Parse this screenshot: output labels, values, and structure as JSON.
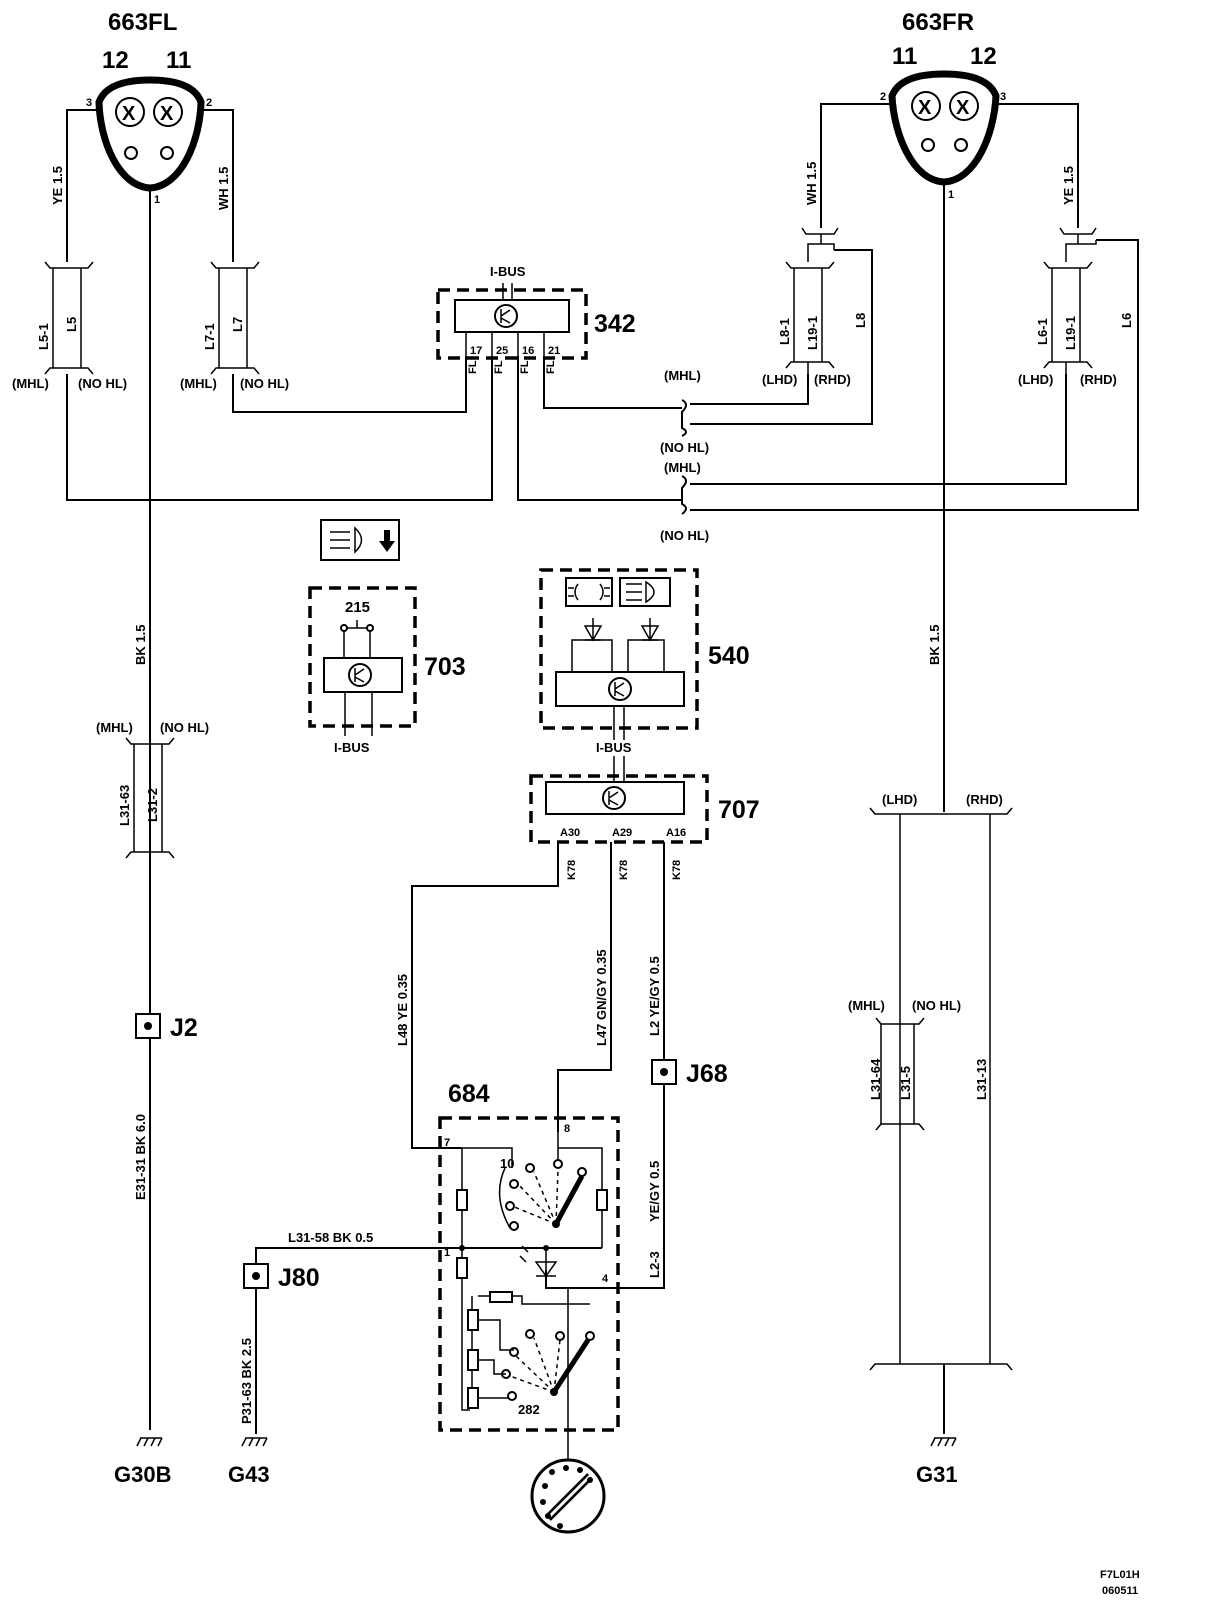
{
  "headlamp_left": {
    "ref": "663FL",
    "pin_a": "12",
    "pin_b": "11",
    "term_3": "3",
    "term_2": "2",
    "term_1": "1"
  },
  "headlamp_right": {
    "ref": "663FR",
    "pin_a": "11",
    "pin_b": "12",
    "term_2": "2",
    "term_3": "3",
    "term_1": "1"
  },
  "wires_left": {
    "ye": "YE  1.5",
    "wh": "WH  1.5",
    "l51": "L5-1",
    "l5": "L5",
    "l71": "L7-1",
    "l7": "L7",
    "mhl1": "(MHL)",
    "nohl1": "(NO HL)",
    "mhl2": "(MHL)",
    "nohl2": "(NO HL)"
  },
  "wires_right": {
    "wh": "WH  1.5",
    "ye": "YE  1.5",
    "l81": "L8-1",
    "l191a": "L19-1",
    "l8": "L8",
    "l61": "L6-1",
    "l191b": "L19-1",
    "l6": "L6",
    "lhd1": "(LHD)",
    "rhd1": "(RHD)",
    "lhd2": "(LHD)",
    "rhd2": "(RHD)"
  },
  "bus_labels": {
    "mhl_a": "(MHL)",
    "nohl_a": "(NO HL)",
    "mhl_b": "(MHL)",
    "nohl_b": "(NO HL)"
  },
  "module_342": {
    "ref": "342",
    "bus": "I-BUS",
    "pins": [
      "17",
      "25",
      "16",
      "21"
    ],
    "fl": "FL"
  },
  "module_703": {
    "ref": "703",
    "switch": "215",
    "bus": "I-BUS"
  },
  "module_540": {
    "ref": "540",
    "bus": "I-BUS"
  },
  "module_707": {
    "ref": "707",
    "pins": [
      "A30",
      "A29",
      "A16"
    ],
    "k78": "K78"
  },
  "left_ground_path": {
    "bk15": "BK  1.5",
    "mhl": "(MHL)",
    "nohl": "(NO HL)",
    "l3163": "L31-63",
    "l312": "L31-2",
    "j2": "J2",
    "e31": "E31-31  BK  6.0",
    "ground": "G30B"
  },
  "right_ground_path": {
    "bk15": "BK  1.5",
    "lhd": "(LHD)",
    "rhd": "(RHD)",
    "mhl": "(MHL)",
    "nohl": "(NO HL)",
    "l3164": "L31-64",
    "l315": "L31-5",
    "l3113": "L31-13",
    "ground": "G31"
  },
  "center_wires": {
    "l48": "L48  YE  0.35",
    "l47": "L47  GN/GY  0.35",
    "l2": "L2   YE/GY  0.5",
    "j68": "J68",
    "yegy": "YE/GY  0.5",
    "l23": "L2-3",
    "l3158": "L31-58   BK    0.5",
    "j80": "J80",
    "p3163": "P31-63  BK  2.5",
    "ground": "G43"
  },
  "switch_684": {
    "ref": "684",
    "pin7": "7",
    "pin8": "8",
    "pin10": "10",
    "pin1": "1",
    "pin4": "4",
    "pot": "282"
  },
  "footer": {
    "code": "F7L01H",
    "date": "060511"
  }
}
